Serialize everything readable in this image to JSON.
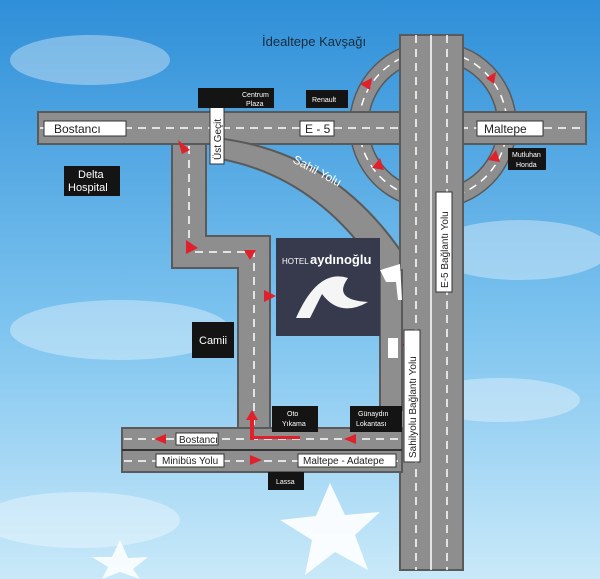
{
  "landmarks": {
    "idealtepe": "İdealtepe Kavşağı",
    "centrum": [
      "Centrum",
      "Plaza"
    ],
    "renault": "Renault",
    "delta": [
      "Delta",
      "Hospital"
    ],
    "mutluhan": [
      "Mutluhan",
      "Honda"
    ],
    "camii": "Camii",
    "oto_yikama": [
      "Oto",
      "Yıkama"
    ],
    "gunaydin": [
      "Günaydın",
      "Lokantası"
    ],
    "lassa": "Lassa"
  },
  "roads": {
    "bostanci_top": "Bostancı",
    "e5": "E - 5",
    "maltepe": "Maltepe",
    "ust_gecit": "Üst Geçit",
    "sahil_yolu": "Sahil Yolu",
    "e5_baglanti": "E-5  Bağlantı Yolu",
    "sahilyolu_baglanti": "Sahilyolu Bağlantı Yolu",
    "bostanci_bottom": "Bostancı",
    "minibus": "Minibüs Yolu",
    "maltepe_adatepe": "Maltepe - Adatepe"
  },
  "hotel": {
    "prefix": "HOTEL",
    "name": "aydınoğlu",
    "logo": "A"
  },
  "colors": {
    "sky_top": "#2f8fd8",
    "sky_bottom": "#bfe3f7",
    "road": "#8e8e8e",
    "arrow": "#e0202a",
    "hotel_box": "#373a4d"
  }
}
